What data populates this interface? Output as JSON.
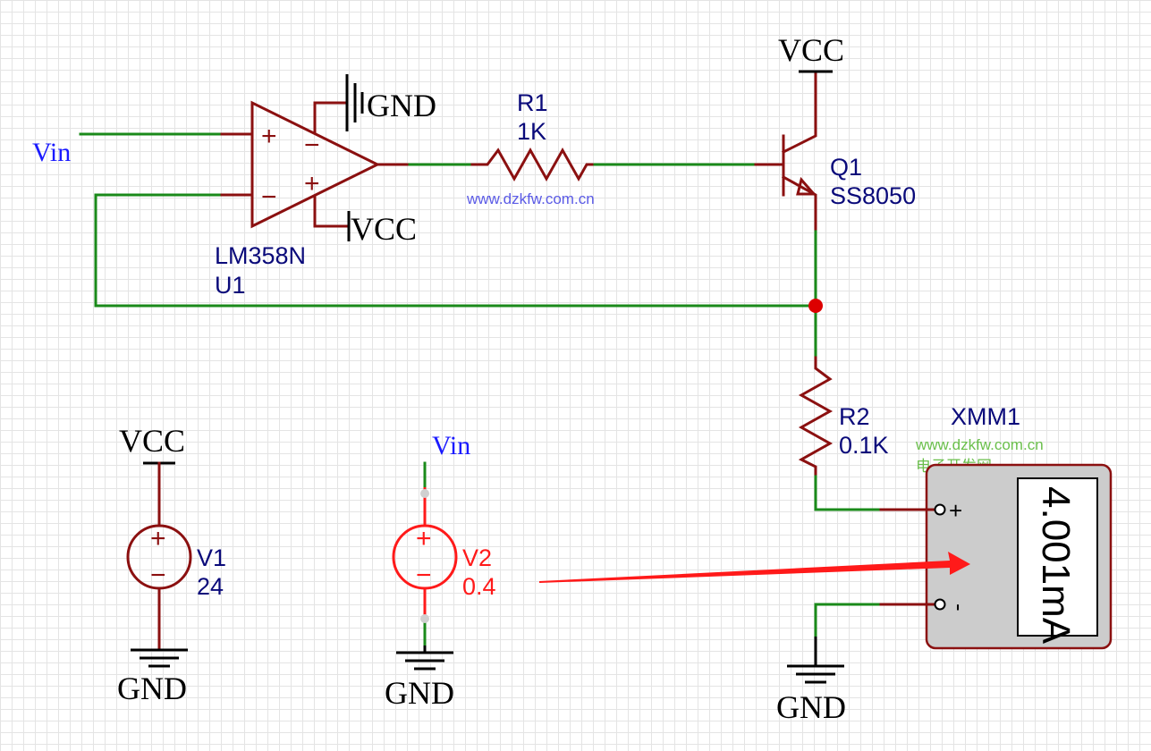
{
  "opamp": {
    "model": "LM358N",
    "ref": "U1"
  },
  "r1": {
    "ref": "R1",
    "value": "1K"
  },
  "r2": {
    "ref": "R2",
    "value": "0.1K"
  },
  "q1": {
    "ref": "Q1",
    "model": "SS8050"
  },
  "v1": {
    "ref": "V1",
    "value": "24"
  },
  "v2": {
    "ref": "V2",
    "value": "0.4"
  },
  "meter": {
    "ref": "XMM1",
    "reading": "4.001mA",
    "plus": "+",
    "minus": "-"
  },
  "nets": {
    "vin": "Vin",
    "vcc": "VCC",
    "gnd": "GND"
  },
  "signs": {
    "plus": "+",
    "minus": "−"
  },
  "watermark": {
    "url": "www.dzkfw.com.cn",
    "cn": "电子开发网"
  },
  "colors": {
    "wire": "#1a8a1a",
    "component": "#8b1010",
    "highlight": "#ff1a1a",
    "net_label_blue": "#1a1aff",
    "ref_text": "#0a0a7a",
    "watermark": "#5a5ae6",
    "watermark_green": "#6abf4b"
  }
}
